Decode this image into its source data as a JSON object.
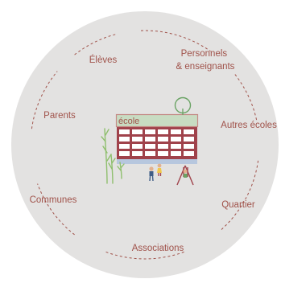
{
  "colors": {
    "background_disc": "#e3e2e1",
    "text": "#a0524a",
    "dashes": "#a0524a",
    "building_frame": "#a0424b",
    "building_windows": "#ffffff",
    "school_sign_fill": "#c8dcc2",
    "school_sign_border": "#c48b86",
    "foundation": "#b7c7de",
    "tree": "#6aa364",
    "grass": "#8fbf6e",
    "swing": "#a0424b"
  },
  "school_label": "école",
  "stakeholders": [
    {
      "id": "eleves",
      "lines": [
        "Élèves"
      ]
    },
    {
      "id": "personnels",
      "lines": [
        "Personnels",
        "& enseignants"
      ]
    },
    {
      "id": "autres-ecoles",
      "lines": [
        "Autres écoles"
      ]
    },
    {
      "id": "quartier",
      "lines": [
        "Quartier"
      ]
    },
    {
      "id": "associations",
      "lines": [
        "Associations"
      ]
    },
    {
      "id": "communes",
      "lines": [
        "Communes"
      ]
    },
    {
      "id": "parents",
      "lines": [
        "Parents"
      ]
    }
  ],
  "icons": {
    "school_building": "school-building-icon",
    "tree": "tree-icon",
    "children": "children-icon",
    "swing": "swing-icon",
    "grass": "grass-icon"
  }
}
